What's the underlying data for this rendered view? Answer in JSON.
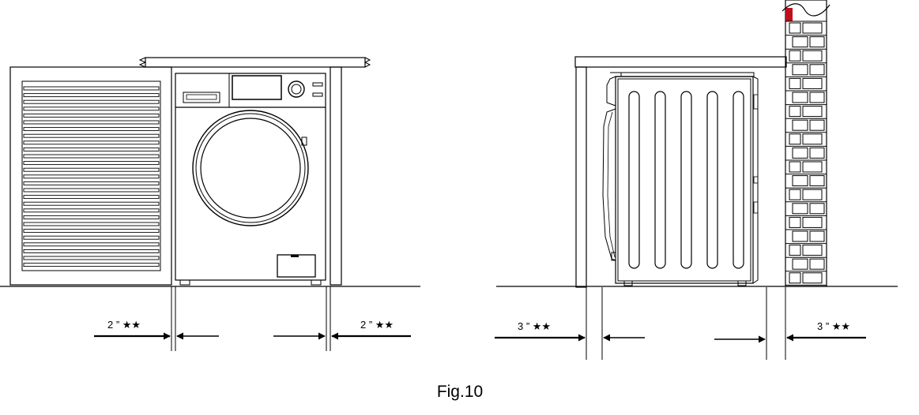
{
  "figure": {
    "caption": "Fig.10",
    "front_view": {
      "left_clearance": "2 ” ★★",
      "right_clearance": "2 ” ★★"
    },
    "side_view": {
      "left_clearance": "3 ” ★★",
      "right_clearance": "3 ” ★★"
    }
  }
}
